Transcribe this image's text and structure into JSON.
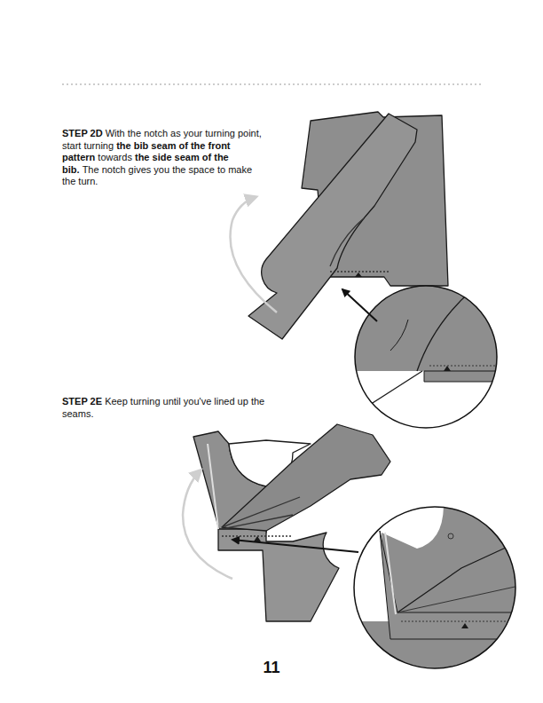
{
  "diagram": {
    "labels": [
      "STEP 2D",
      "With the notch as your turning point, start turning",
      "the bib seam of the front pattern",
      "towards",
      "the side seam of the bib.",
      "The notch gives you the space to make the turn.",
      "STEP 2E",
      "Keep turning until you've lined up the seams.",
      "11"
    ]
  }
}
